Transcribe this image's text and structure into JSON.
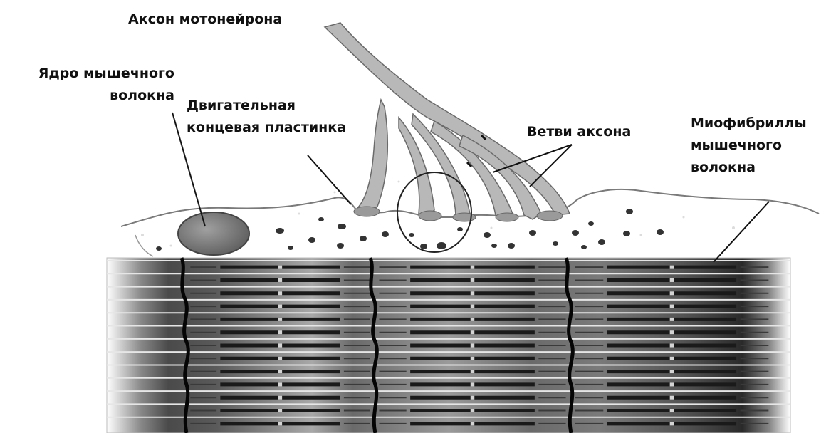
{
  "labels": {
    "axon": "Аксон мотонейрона",
    "nucleus": [
      "Ядро мышечного",
      "волокна"
    ],
    "endplate": [
      "Двигательная",
      "концевая пластинка"
    ],
    "branches": "Ветви аксона",
    "myofibrils": [
      "Миофибриллы",
      "мышечного",
      "волокна"
    ]
  },
  "colors": {
    "ink": "#111111",
    "axon_fill": "#b8b8b8",
    "axon_stroke": "#6a6a6a",
    "nucleus_fill": "#8a8a8a",
    "fiber_dark": "#1a1a1a",
    "fiber_light": "#d4d4d4"
  }
}
